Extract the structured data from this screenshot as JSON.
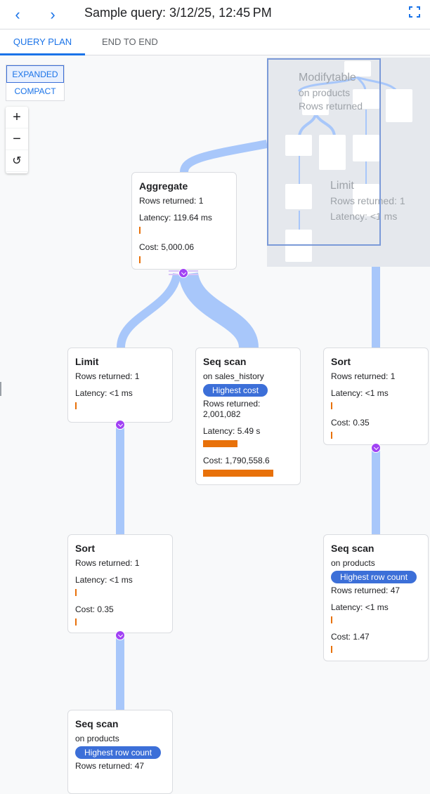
{
  "header": {
    "title": "Sample query: 3/12/25, 12:45 PM",
    "back_icon": "chevron-left-icon",
    "forward_icon": "chevron-right-icon",
    "fullscreen_icon": "fullscreen-icon"
  },
  "tabs": [
    {
      "label": "QUERY PLAN",
      "active": true
    },
    {
      "label": "END TO END",
      "active": false
    }
  ],
  "view_toggle": {
    "expanded": "EXPANDED",
    "compact": "COMPACT",
    "selected": "EXPANDED"
  },
  "zoom_controls": {
    "zoom_in": "+",
    "zoom_out": "−",
    "reset": "↺"
  },
  "colors": {
    "accent": "#1a73e8",
    "badge": "#3c6fd8",
    "bar": "#e8710a",
    "edge": "#a8c7fa",
    "expand": "#a142f4"
  },
  "ghost": {
    "title": "Modifytable",
    "sub": "on products",
    "rows": "Rows returned",
    "limit_title": "Limit",
    "limit_rows": "Rows returned: 1",
    "limit_latency": "Latency: <1 ms"
  },
  "nodes": {
    "aggregate": {
      "title": "Aggregate",
      "rows": "Rows returned: 1",
      "latency": "Latency: 119.64 ms",
      "cost": "Cost: 5,000.06"
    },
    "limit": {
      "title": "Limit",
      "rows": "Rows returned: 1",
      "latency": "Latency: <1 ms"
    },
    "seq_sales": {
      "title": "Seq scan",
      "on": "on",
      "table": "sales_history",
      "badge": "Highest cost",
      "rows_label": "Rows returned:",
      "rows_value": "2,001,082",
      "latency": "Latency: 5.49 s",
      "cost": "Cost: 1,790,558.6"
    },
    "sort_right": {
      "title": "Sort",
      "rows": "Rows returned: 1",
      "latency": "Latency: <1 ms",
      "cost": "Cost: 0.35"
    },
    "sort_left": {
      "title": "Sort",
      "rows": "Rows returned: 1",
      "latency": "Latency: <1 ms",
      "cost": "Cost: 0.35"
    },
    "seq_products_right": {
      "title": "Seq scan",
      "on": "on",
      "table": "products",
      "badge": "Highest row count",
      "rows": "Rows returned: 47",
      "latency": "Latency: <1 ms",
      "cost": "Cost: 1.47"
    },
    "seq_products_left": {
      "title": "Seq scan",
      "on": "on",
      "table": "products",
      "badge": "Highest row count",
      "rows": "Rows returned: 47"
    }
  }
}
